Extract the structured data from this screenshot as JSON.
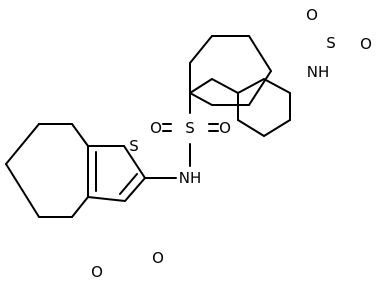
{
  "atom_labels": {
    "thiophene_sulfur": "S",
    "sulfonamide_sulfur": "S",
    "sulfonamide_oxygen_left": "O",
    "sulfonamide_oxygen_right": "O",
    "sulfonamide_nh": "NH",
    "mesyl_nh": "NH",
    "mesyl_sulfur": "S",
    "mesyl_oxygen_top": "O",
    "mesyl_oxygen_right": "O",
    "carbonyl_oxygen": "O",
    "ester_oxygen": "O"
  },
  "colors": {
    "bond": "#000000",
    "text": "#000000",
    "background": "#ffffff"
  }
}
